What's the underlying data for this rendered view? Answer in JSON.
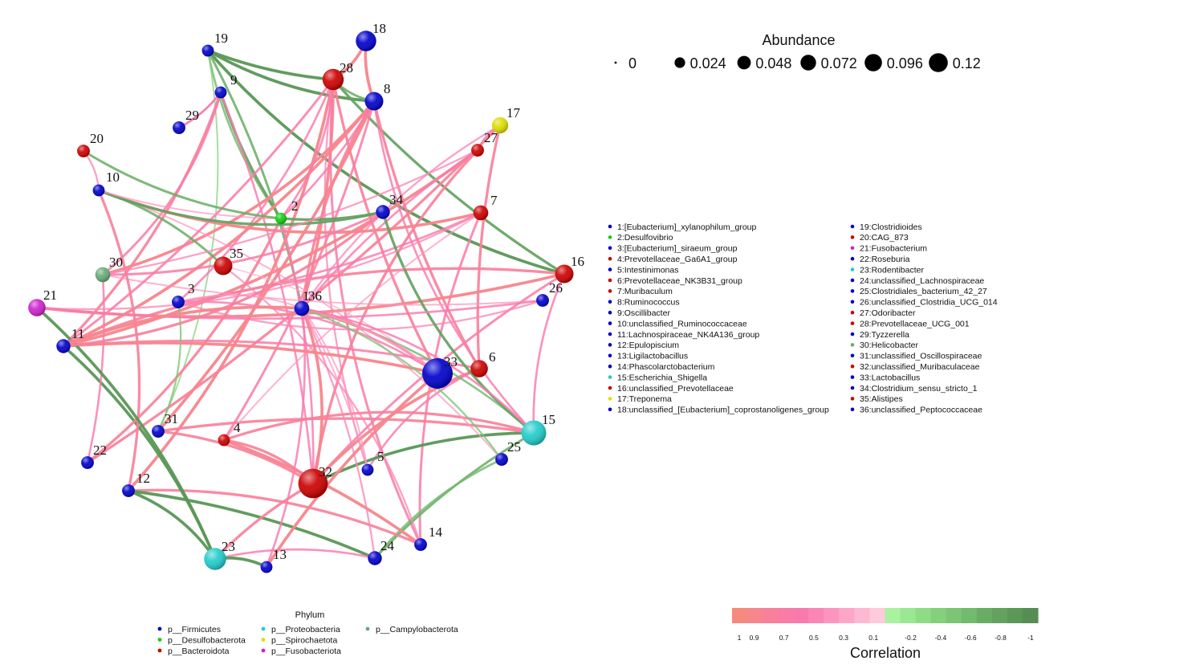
{
  "nodes": [
    {
      "id": "1",
      "phylum": "Firmicutes",
      "abundance": 0.008
    },
    {
      "id": "2",
      "phylum": "Desulfobacterota",
      "abundance": 0.005
    },
    {
      "id": "3",
      "phylum": "Firmicutes",
      "abundance": 0.008
    },
    {
      "id": "4",
      "phylum": "Bacteroidota",
      "abundance": 0.006
    },
    {
      "id": "5",
      "phylum": "Firmicutes",
      "abundance": 0.006
    },
    {
      "id": "6",
      "phylum": "Bacteroidota",
      "abundance": 0.025
    },
    {
      "id": "7",
      "phylum": "Bacteroidota",
      "abundance": 0.015
    },
    {
      "id": "8",
      "phylum": "Firmicutes",
      "abundance": 0.03
    },
    {
      "id": "9",
      "phylum": "Firmicutes",
      "abundance": 0.006
    },
    {
      "id": "10",
      "phylum": "Firmicutes",
      "abundance": 0.006
    },
    {
      "id": "11",
      "phylum": "Firmicutes",
      "abundance": 0.012
    },
    {
      "id": "12",
      "phylum": "Firmicutes",
      "abundance": 0.008
    },
    {
      "id": "13",
      "phylum": "Firmicutes",
      "abundance": 0.006
    },
    {
      "id": "14",
      "phylum": "Firmicutes",
      "abundance": 0.008
    },
    {
      "id": "15",
      "phylum": "Proteobacteria",
      "abundance": 0.07
    },
    {
      "id": "16",
      "phylum": "Bacteroidota",
      "abundance": 0.03
    },
    {
      "id": "17",
      "phylum": "Spirochaetota",
      "abundance": 0.02
    },
    {
      "id": "18",
      "phylum": "Firmicutes",
      "abundance": 0.04
    },
    {
      "id": "19",
      "phylum": "Firmicutes",
      "abundance": 0.006
    },
    {
      "id": "20",
      "phylum": "Bacteroidota",
      "abundance": 0.008
    },
    {
      "id": "21",
      "phylum": "Fusobacteriota",
      "abundance": 0.025
    },
    {
      "id": "22",
      "phylum": "Firmicutes",
      "abundance": 0.008
    },
    {
      "id": "23",
      "phylum": "Proteobacteria",
      "abundance": 0.05
    },
    {
      "id": "24",
      "phylum": "Firmicutes",
      "abundance": 0.012
    },
    {
      "id": "25",
      "phylum": "Firmicutes",
      "abundance": 0.008
    },
    {
      "id": "26",
      "phylum": "Firmicutes",
      "abundance": 0.008
    },
    {
      "id": "27",
      "phylum": "Bacteroidota",
      "abundance": 0.008
    },
    {
      "id": "28",
      "phylum": "Bacteroidota",
      "abundance": 0.045
    },
    {
      "id": "29",
      "phylum": "Firmicutes",
      "abundance": 0.008
    },
    {
      "id": "30",
      "phylum": "Campylobacterota",
      "abundance": 0.015
    },
    {
      "id": "31",
      "phylum": "Firmicutes",
      "abundance": 0.008
    },
    {
      "id": "32",
      "phylum": "Bacteroidota",
      "abundance": 0.11
    },
    {
      "id": "33",
      "phylum": "Firmicutes",
      "abundance": 0.12
    },
    {
      "id": "34",
      "phylum": "Firmicutes",
      "abundance": 0.012
    },
    {
      "id": "35",
      "phylum": "Bacteroidota",
      "abundance": 0.03
    },
    {
      "id": "36",
      "phylum": "Firmicutes",
      "abundance": 0.015
    }
  ],
  "edges": [
    {
      "s": "19",
      "t": "28",
      "r": -0.9
    },
    {
      "s": "19",
      "t": "8",
      "r": -0.9
    },
    {
      "s": "19",
      "t": "16",
      "r": -0.9
    },
    {
      "s": "19",
      "t": "36",
      "r": -0.7
    },
    {
      "s": "19",
      "t": "2",
      "r": -0.6
    },
    {
      "s": "19",
      "t": "31",
      "r": -0.4
    },
    {
      "s": "9",
      "t": "2",
      "r": -0.8
    },
    {
      "s": "9",
      "t": "11",
      "r": 0.8
    },
    {
      "s": "9",
      "t": "30",
      "r": 0.7
    },
    {
      "s": "9",
      "t": "32",
      "r": 0.6
    },
    {
      "s": "9",
      "t": "29",
      "r": 0.6
    },
    {
      "s": "28",
      "t": "12",
      "r": 0.9
    },
    {
      "s": "28",
      "t": "36",
      "r": 0.9
    },
    {
      "s": "28",
      "t": "3",
      "r": 0.6
    },
    {
      "s": "28",
      "t": "14",
      "r": 0.7
    },
    {
      "s": "28",
      "t": "33",
      "r": 0.8
    },
    {
      "s": "28",
      "t": "5",
      "r": 0.5
    },
    {
      "s": "28",
      "t": "8",
      "r": -0.7
    },
    {
      "s": "28",
      "t": "16",
      "r": -0.8
    },
    {
      "s": "8",
      "t": "11",
      "r": 0.9
    },
    {
      "s": "8",
      "t": "30",
      "r": 0.9
    },
    {
      "s": "8",
      "t": "4",
      "r": 0.7
    },
    {
      "s": "8",
      "t": "1",
      "r": 0.8
    },
    {
      "s": "8",
      "t": "15",
      "r": 0.6
    },
    {
      "s": "8",
      "t": "6",
      "r": 0.8
    },
    {
      "s": "18",
      "t": "8",
      "r": 0.9
    },
    {
      "s": "18",
      "t": "28",
      "r": 0.9
    },
    {
      "s": "17",
      "t": "6",
      "r": 0.8
    },
    {
      "s": "17",
      "t": "36",
      "r": 0.5
    },
    {
      "s": "17",
      "t": "27",
      "r": 0.6
    },
    {
      "s": "17",
      "t": "22",
      "r": 0.8
    },
    {
      "s": "27",
      "t": "11",
      "r": 0.9
    },
    {
      "s": "27",
      "t": "32",
      "r": 0.8
    },
    {
      "s": "27",
      "t": "1",
      "r": 0.6
    },
    {
      "s": "7",
      "t": "14",
      "r": 0.7
    },
    {
      "s": "7",
      "t": "10",
      "r": 0.9
    },
    {
      "s": "7",
      "t": "3",
      "r": 0.6
    },
    {
      "s": "16",
      "t": "21",
      "r": 0.9
    },
    {
      "s": "16",
      "t": "11",
      "r": 0.8
    },
    {
      "s": "16",
      "t": "32",
      "r": 0.7
    },
    {
      "s": "16",
      "t": "15",
      "r": 0.6
    },
    {
      "s": "26",
      "t": "3",
      "r": 0.5
    },
    {
      "s": "26",
      "t": "30",
      "r": 0.4
    },
    {
      "s": "6",
      "t": "32",
      "r": 0.9
    },
    {
      "s": "6",
      "t": "5",
      "r": 0.6
    },
    {
      "s": "6",
      "t": "11",
      "r": 0.7
    },
    {
      "s": "15",
      "t": "32",
      "r": -0.9
    },
    {
      "s": "15",
      "t": "4",
      "r": 0.8
    },
    {
      "s": "15",
      "t": "24",
      "r": -0.7
    },
    {
      "s": "15",
      "t": "36",
      "r": -0.6
    },
    {
      "s": "15",
      "t": "34",
      "r": -0.8
    },
    {
      "s": "15",
      "t": "31",
      "r": 0.8
    },
    {
      "s": "25",
      "t": "24",
      "r": -0.6
    },
    {
      "s": "25",
      "t": "10",
      "r": 0.4
    },
    {
      "s": "14",
      "t": "4",
      "r": 0.9
    },
    {
      "s": "14",
      "t": "12",
      "r": 0.8
    },
    {
      "s": "14",
      "t": "35",
      "r": 0.5
    },
    {
      "s": "24",
      "t": "12",
      "r": -0.9
    },
    {
      "s": "24",
      "t": "23",
      "r": 0.6
    },
    {
      "s": "13",
      "t": "23",
      "r": -0.9
    },
    {
      "s": "13",
      "t": "33",
      "r": 0.9
    },
    {
      "s": "13",
      "t": "1",
      "r": 0.6
    },
    {
      "s": "23",
      "t": "12",
      "r": -0.9
    },
    {
      "s": "23",
      "t": "32",
      "r": 0.8
    },
    {
      "s": "23",
      "t": "11",
      "r": -0.9
    },
    {
      "s": "12",
      "t": "10",
      "r": 0.8
    },
    {
      "s": "22",
      "t": "30",
      "r": 0.6
    },
    {
      "s": "22",
      "t": "2",
      "r": 0.8
    },
    {
      "s": "31",
      "t": "3",
      "r": -0.5
    },
    {
      "s": "31",
      "t": "8",
      "r": 0.9
    },
    {
      "s": "31",
      "t": "32",
      "r": 0.8
    },
    {
      "s": "4",
      "t": "32",
      "r": 0.8
    },
    {
      "s": "4",
      "t": "7",
      "r": 0.4
    },
    {
      "s": "5",
      "t": "1",
      "r": 0.4
    },
    {
      "s": "32",
      "t": "1",
      "r": 0.9
    },
    {
      "s": "32",
      "t": "2",
      "r": 0.6
    },
    {
      "s": "33",
      "t": "1",
      "r": 0.8
    },
    {
      "s": "33",
      "t": "3",
      "r": 0.6
    },
    {
      "s": "33",
      "t": "11",
      "r": 0.9
    },
    {
      "s": "21",
      "t": "23",
      "r": -0.9
    },
    {
      "s": "21",
      "t": "7",
      "r": 0.5
    },
    {
      "s": "21",
      "t": "26",
      "r": 0.6
    },
    {
      "s": "11",
      "t": "1",
      "r": 0.9
    },
    {
      "s": "11",
      "t": "34",
      "r": 0.8
    },
    {
      "s": "11",
      "t": "28",
      "r": 0.7
    },
    {
      "s": "10",
      "t": "35",
      "r": -0.7
    },
    {
      "s": "10",
      "t": "34",
      "r": -0.8
    },
    {
      "s": "10",
      "t": "2",
      "r": 0.4
    },
    {
      "s": "20",
      "t": "2",
      "r": -0.7
    },
    {
      "s": "20",
      "t": "10",
      "r": 0.5
    },
    {
      "s": "34",
      "t": "2",
      "r": -0.8
    },
    {
      "s": "34",
      "t": "30",
      "r": 0.7
    },
    {
      "s": "2",
      "t": "28",
      "r": 0.6
    },
    {
      "s": "2",
      "t": "8",
      "r": 0.6
    },
    {
      "s": "35",
      "t": "33",
      "r": 0.3
    },
    {
      "s": "3",
      "t": "1",
      "r": 0.4
    },
    {
      "s": "30",
      "t": "27",
      "r": 0.5
    },
    {
      "s": "29",
      "t": "9",
      "r": 0.6
    },
    {
      "s": "36",
      "t": "25",
      "r": -0.5
    },
    {
      "s": "36",
      "t": "5",
      "r": 0.4
    },
    {
      "s": "36",
      "t": "33",
      "r": 0.3
    },
    {
      "s": "1",
      "t": "15",
      "r": 0.6
    },
    {
      "s": "1",
      "t": "24",
      "r": 0.5
    }
  ],
  "abundance_legend": {
    "title": "Abundance",
    "values": [
      "0",
      "0.024",
      "0.048",
      "0.072",
      "0.096",
      "0.12"
    ]
  },
  "taxa_legend": {
    "items": [
      {
        "label": "1:[Eubacterium]_xylanophilum_group",
        "phylum": "Firmicutes"
      },
      {
        "label": "2:Desulfovibrio",
        "phylum": "Desulfobacterota"
      },
      {
        "label": "3:[Eubacterium]_siraeum_group",
        "phylum": "Firmicutes"
      },
      {
        "label": "4:Prevotellaceae_Ga6A1_group",
        "phylum": "Bacteroidota"
      },
      {
        "label": "5:Intestinimonas",
        "phylum": "Firmicutes"
      },
      {
        "label": "6:Prevotellaceae_NK3B31_group",
        "phylum": "Bacteroidota"
      },
      {
        "label": "7:Muribaculum",
        "phylum": "Bacteroidota"
      },
      {
        "label": "8:Ruminococcus",
        "phylum": "Firmicutes"
      },
      {
        "label": "9:Oscillibacter",
        "phylum": "Firmicutes"
      },
      {
        "label": "10:unclassified_Ruminococcaceae",
        "phylum": "Firmicutes"
      },
      {
        "label": "11:Lachnospiraceae_NK4A136_group",
        "phylum": "Firmicutes"
      },
      {
        "label": "12:Epulopiscium",
        "phylum": "Firmicutes"
      },
      {
        "label": "13:Ligilactobacillus",
        "phylum": "Firmicutes"
      },
      {
        "label": "14:Phascolarctobacterium",
        "phylum": "Firmicutes"
      },
      {
        "label": "15:Escherichia_Shigella",
        "phylum": "Proteobacteria"
      },
      {
        "label": "16:unclassified_Prevotellaceae",
        "phylum": "Bacteroidota"
      },
      {
        "label": "17:Treponema",
        "phylum": "Spirochaetota"
      },
      {
        "label": "18:unclassified_[Eubacterium]_coprostanoligenes_group",
        "phylum": "Firmicutes"
      },
      {
        "label": "19:Clostridioides",
        "phylum": "Firmicutes"
      },
      {
        "label": "20:CAG_873",
        "phylum": "Bacteroidota"
      },
      {
        "label": "21:Fusobacterium",
        "phylum": "Fusobacteriota"
      },
      {
        "label": "22:Roseburia",
        "phylum": "Firmicutes"
      },
      {
        "label": "23:Rodentibacter",
        "phylum": "Proteobacteria"
      },
      {
        "label": "24:unclassified_Lachnospiraceae",
        "phylum": "Firmicutes"
      },
      {
        "label": "25:Clostridiales_bacterium_42_27",
        "phylum": "Firmicutes"
      },
      {
        "label": "26:unclassified_Clostridia_UCG_014",
        "phylum": "Firmicutes"
      },
      {
        "label": "27:Odoribacter",
        "phylum": "Bacteroidota"
      },
      {
        "label": "28:Prevotellaceae_UCG_001",
        "phylum": "Bacteroidota"
      },
      {
        "label": "29:Tyzzerella",
        "phylum": "Firmicutes"
      },
      {
        "label": "30:Helicobacter",
        "phylum": "Campylobacterota"
      },
      {
        "label": "31:unclassified_Oscillospiraceae",
        "phylum": "Firmicutes"
      },
      {
        "label": "32:unclassified_Muribaculaceae",
        "phylum": "Bacteroidota"
      },
      {
        "label": "33:Lactobacillus",
        "phylum": "Firmicutes"
      },
      {
        "label": "34:Clostridium_sensu_stricto_1",
        "phylum": "Firmicutes"
      },
      {
        "label": "35:Alistipes",
        "phylum": "Bacteroidota"
      },
      {
        "label": "36:unclassified_Peptococcaceae",
        "phylum": "Firmicutes"
      }
    ]
  },
  "phylum_legend": {
    "title": "Phylum",
    "items": [
      {
        "key": "Firmicutes",
        "label": "p__Firmicutes"
      },
      {
        "key": "Desulfobacterota",
        "label": "p__Desulfobacterota"
      },
      {
        "key": "Bacteroidota",
        "label": "p__Bacteroidota"
      },
      {
        "key": "Proteobacteria",
        "label": "p__Proteobacteria"
      },
      {
        "key": "Spirochaetota",
        "label": "p__Spirochaetota"
      },
      {
        "key": "Fusobacteriota",
        "label": "p__Fusobacteriota"
      },
      {
        "key": "Campylobacterota",
        "label": "p__Campylobacterota"
      }
    ]
  },
  "phylum_colors": {
    "Firmicutes": "#0000cc",
    "Desulfobacterota": "#11cc11",
    "Bacteroidota": "#cc0000",
    "Proteobacteria": "#22cccc",
    "Spirochaetota": "#dddd00",
    "Fusobacteriota": "#cc22cc",
    "Campylobacterota": "#66aa77"
  },
  "correlation_legend": {
    "title": "Correlation",
    "ticks": [
      "1",
      "0.9",
      "0.7",
      "0.5",
      "0.3",
      "0.1",
      "-0.2",
      "-0.4",
      "-0.6",
      "-0.8",
      "-1"
    ],
    "positive_colors": [
      "#f58a7c",
      "#f7868c",
      "#f8809a",
      "#f97ba6",
      "#fa79ad",
      "#fb86b5",
      "#fc95be",
      "#fda7c8",
      "#fdb8d2",
      "#fecadc"
    ],
    "negative_colors": [
      "#a9f2a0",
      "#9ae892",
      "#8fdc87",
      "#84d07c",
      "#7bc574",
      "#72ba6c",
      "#69ad64",
      "#62a25e",
      "#5b9857",
      "#558e52"
    ]
  }
}
